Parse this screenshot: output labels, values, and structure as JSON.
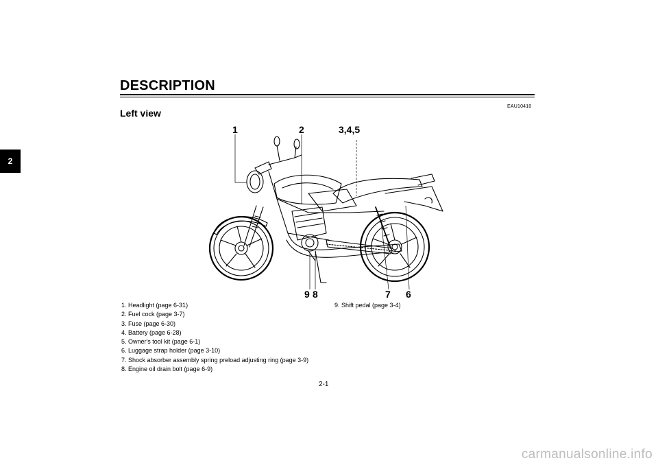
{
  "header": {
    "title": "DESCRIPTION"
  },
  "side_tab": {
    "label": "2"
  },
  "section": {
    "code": "EAU10410",
    "subtitle": "Left view"
  },
  "callouts": {
    "c1": "1",
    "c2": "2",
    "c345": "3,4,5",
    "c9": "9",
    "c8": "8",
    "c7": "7",
    "c6": "6"
  },
  "legend_left": [
    "1. Headlight (page 6-31)",
    "2. Fuel cock (page 3-7)",
    "3. Fuse (page 6-30)",
    "4. Battery (page 6-28)",
    "5. Owner's tool kit (page 6-1)",
    "6. Luggage strap holder (page 3-10)",
    "7. Shock absorber assembly spring preload adjusting ring (page 3-9)",
    "8. Engine oil drain bolt (page 6-9)"
  ],
  "legend_right": [
    "9. Shift pedal (page 3-4)"
  ],
  "footer": {
    "page_number": "2-1"
  },
  "watermark": {
    "text": "carmanualsonline.info"
  }
}
